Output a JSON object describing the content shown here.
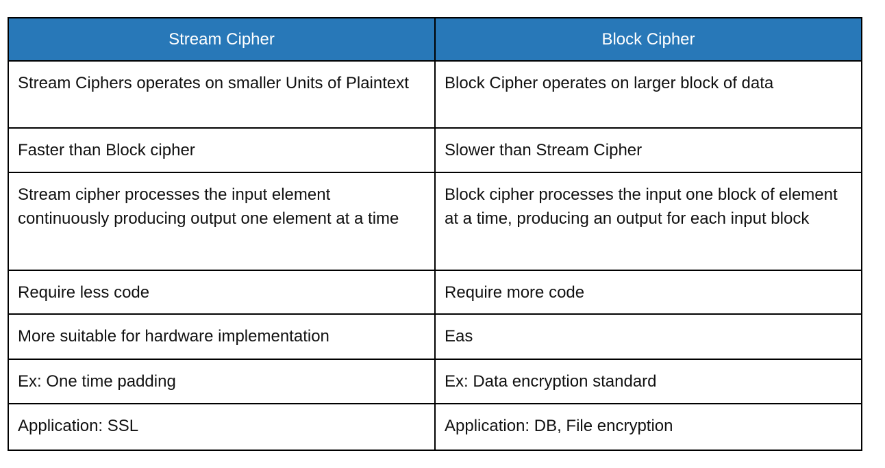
{
  "title": "Stream Cipher vs Block Cipher comparison table",
  "colors": {
    "header_background": "#2878b8",
    "header_text": "#ffffff",
    "border": "#000000",
    "body_text": "#111111"
  },
  "table": {
    "headers": {
      "left": "Stream Cipher",
      "right": "Block Cipher"
    },
    "rows": [
      {
        "left": "Stream Ciphers operates on smaller Units of Plaintext",
        "right": "Block Cipher operates on larger block of data"
      },
      {
        "left": "Faster than Block cipher",
        "right": "Slower than Stream Cipher"
      },
      {
        "left": "Stream cipher processes the input element continuously producing output one element at a time",
        "right": "Block cipher processes the input one block of element at a time, producing an output for each input block"
      },
      {
        "left": "Require less code",
        "right": "Require more code"
      },
      {
        "left": "More suitable for hardware implementation",
        "right": "Eas"
      },
      {
        "left": "Ex: One time padding",
        "right": "Ex: Data encryption standard"
      },
      {
        "left": "Application: SSL",
        "right": "Application: DB, File encryption"
      }
    ]
  }
}
